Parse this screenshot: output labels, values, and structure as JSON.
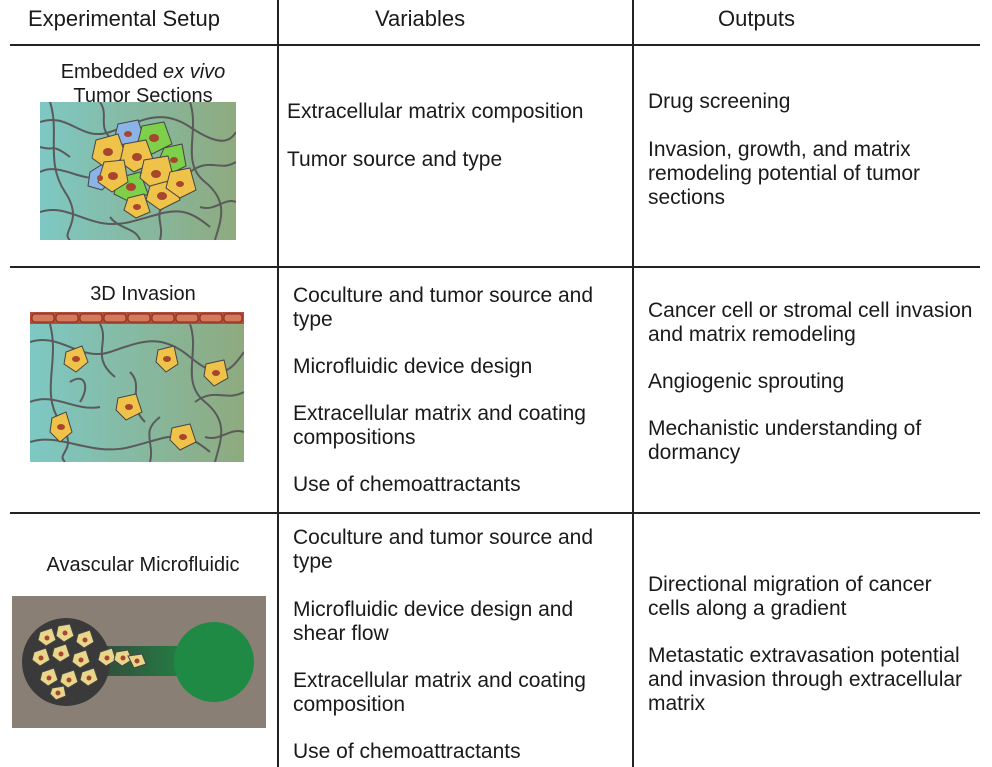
{
  "headers": {
    "setup": "Experimental Setup",
    "variables": "Variables",
    "outputs": "Outputs"
  },
  "rows": [
    {
      "caption_pre": "Embedded ",
      "caption_italic": "ex vivo",
      "caption_post": "Tumor Sections",
      "variables": [
        "Extracellular matrix composition",
        "Tumor source and type"
      ],
      "outputs": [
        "Drug screening",
        "Invasion, growth, and matrix remodeling potential of tumor sections"
      ]
    },
    {
      "caption": "3D Invasion",
      "variables": [
        "Coculture and tumor source and type",
        "Microfluidic device design",
        "Extracellular matrix and coating compositions",
        "Use of chemoattractants"
      ],
      "outputs": [
        "Cancer cell or stromal cell invasion and matrix remodeling",
        "Angiogenic sprouting",
        "Mechanistic understanding of dormancy"
      ]
    },
    {
      "caption": "Avascular Microfluidic",
      "variables": [
        "Coculture and tumor source and type",
        "Microfluidic device design and shear flow",
        "Extracellular matrix and coating composition",
        "Use of chemoattractants"
      ],
      "outputs": [
        "Directional migration of cancer cells along a gradient",
        "Metastatic extravasation potential and invasion through extracellular matrix"
      ]
    }
  ],
  "colors": {
    "line": "#222222",
    "gel_light": "#7ec8c4",
    "gel_dark": "#8aa87a",
    "cell_yellow": "#efc24a",
    "cell_green": "#7ed04a",
    "cell_blue": "#8ab4e8",
    "nucleus": "#a8452e",
    "device_bg": "#8a7f74",
    "chamber_dark": "#3a3a3a",
    "chamber_green": "#1f8a44"
  }
}
